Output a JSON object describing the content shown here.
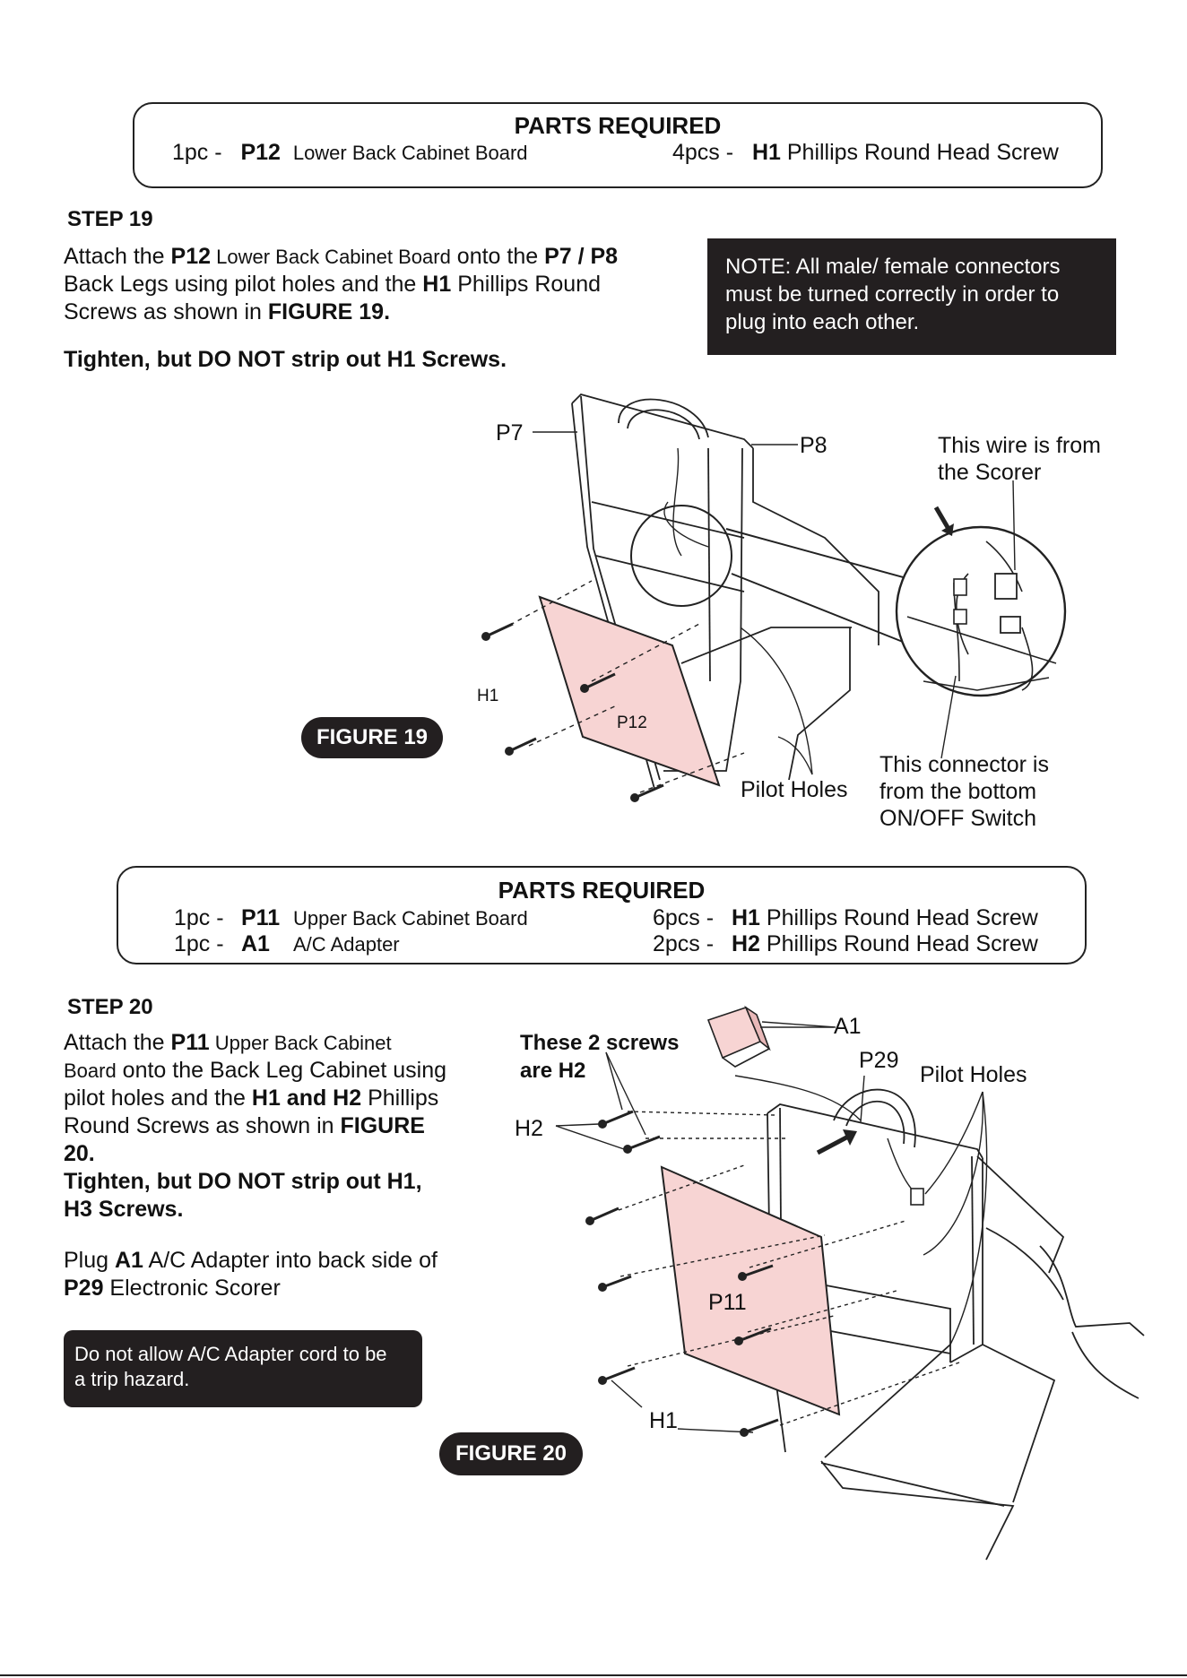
{
  "step19": {
    "parts": {
      "title": "PARTS REQUIRED",
      "items": [
        {
          "qty": "1pc -",
          "code": "P12",
          "name": "Lower Back Cabinet Board"
        },
        {
          "qty": "4pcs -",
          "code": "H1",
          "name": "Phillips Round Head Screw"
        }
      ]
    },
    "heading": "STEP 19",
    "text": {
      "l1a": "Attach the ",
      "l1b": "P12",
      "l1c": " Lower Back Cabinet Board",
      "l1d": " onto the ",
      "l1e": "P7 / P8",
      "l2a": "Back Legs using pilot holes and the ",
      "l2b": "H1",
      "l2c": " Phillips Round",
      "l3a": "Screws as shown in ",
      "l3b": "FIGURE 19.",
      "warning": "Tighten, but DO NOT strip out H1 Screws."
    },
    "note": {
      "l1": "NOTE:  All male/ female connectors",
      "l2": "must be turned correctly in order to",
      "l3": "plug into each other."
    },
    "figure_label": "FIGURE 19",
    "callouts": {
      "p7": "P7",
      "p8": "P8",
      "wire_l1": "This wire is from",
      "wire_l2": "the Scorer",
      "h1": "H1",
      "p12": "P12",
      "pilot": "Pilot Holes",
      "conn_l1": "This connector is",
      "conn_l2": "from the bottom",
      "conn_l3": "ON/OFF Switch"
    }
  },
  "step20": {
    "parts": {
      "title": "PARTS REQUIRED",
      "left": [
        {
          "qty": "1pc -",
          "code": "P11",
          "name": "Upper Back Cabinet Board"
        },
        {
          "qty": "1pc -",
          "code": "A1",
          "name": "A/C Adapter"
        }
      ],
      "right": [
        {
          "qty": "6pcs -",
          "code": "H1",
          "name": "Phillips Round Head Screw"
        },
        {
          "qty": "2pcs -",
          "code": "H2",
          "name": "Phillips Round Head Screw"
        }
      ]
    },
    "heading": "STEP 20",
    "text": {
      "l1a": "Attach the ",
      "l1b": "P11",
      "l1c": " Upper Back Cabinet",
      "l2a": "Board",
      "l2b": " onto the Back Leg Cabinet using",
      "l3a": "pilot holes and the ",
      "l3b": "H1 and H2",
      "l3c": " Phillips",
      "l4a": "Round Screws as shown in ",
      "l4b": "FIGURE",
      "l5": "20.",
      "warn1": "Tighten, but DO NOT strip out H1,",
      "warn2": "H3 Screws.",
      "plug1a": "Plug ",
      "plug1b": "A1",
      "plug1c": " A/C Adapter into back side of",
      "plug2a": "P29",
      "plug2b": " Electronic Scorer"
    },
    "caution": {
      "l1": "Do not allow A/C Adapter cord to be",
      "l2": "a trip hazard."
    },
    "figure_label": "FIGURE 20",
    "callouts": {
      "screws_l1": "These 2 screws",
      "screws_l2": "are H2",
      "a1": "A1",
      "p29": "P29",
      "pilot": "Pilot Holes",
      "h2": "H2",
      "p11": "P11",
      "h1": "H1"
    }
  },
  "colors": {
    "board_fill": "#f7d4d3",
    "dark_fill": "#231f20"
  }
}
